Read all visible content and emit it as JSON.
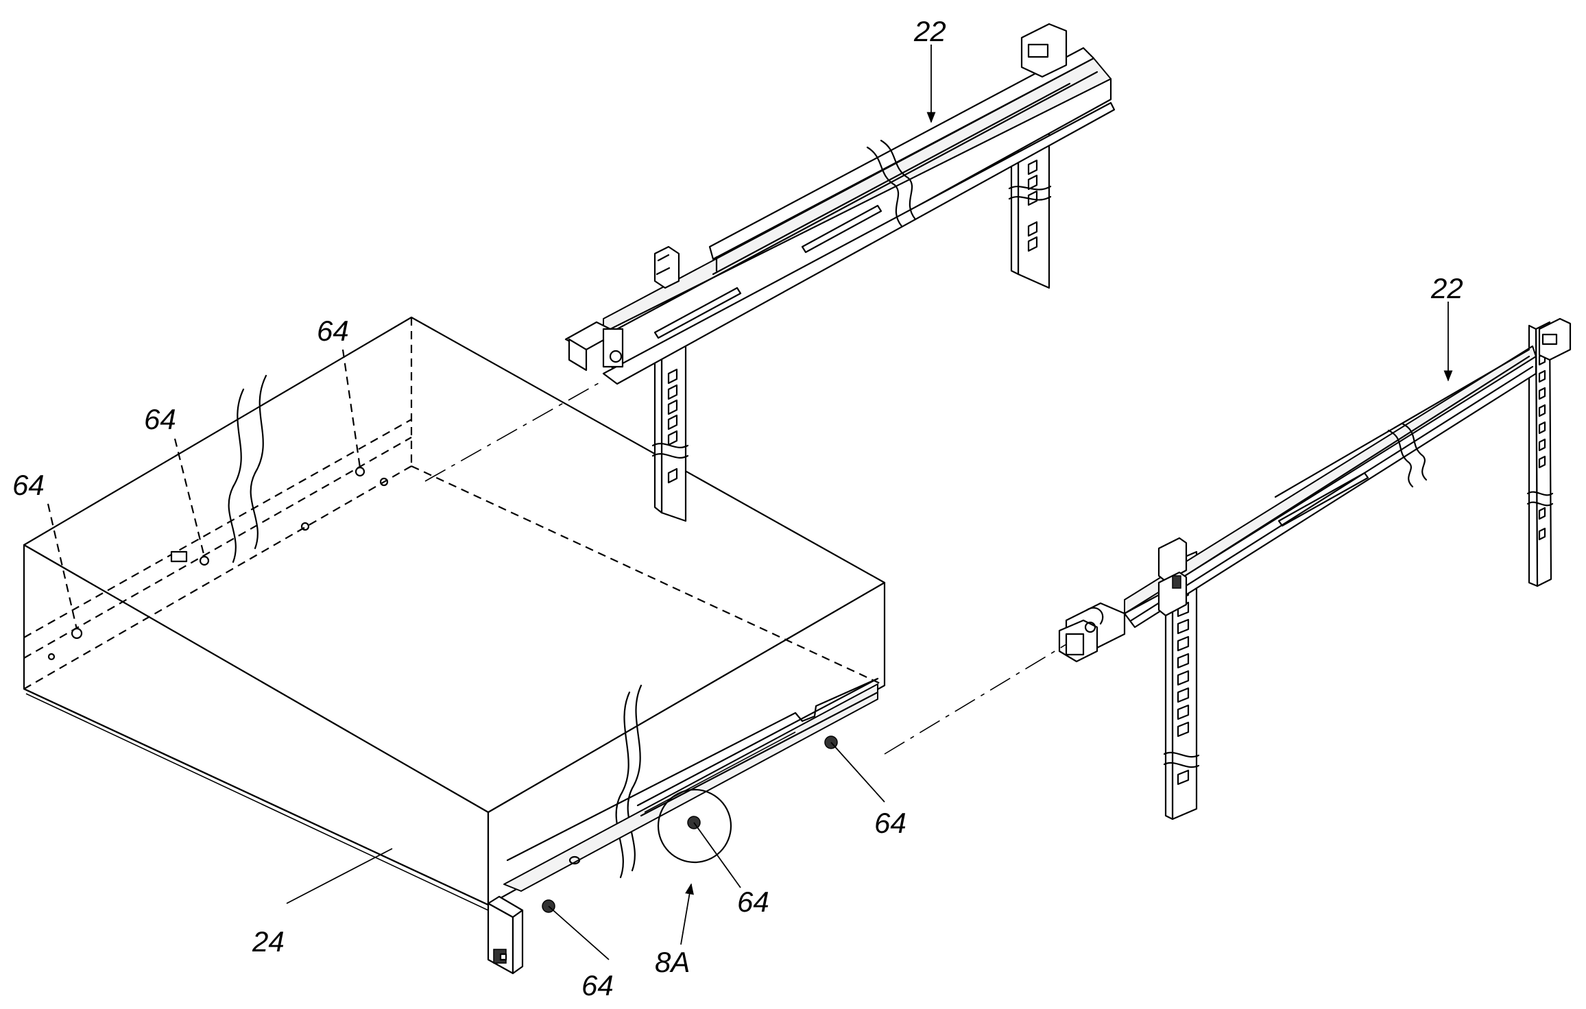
{
  "figure": {
    "labels": {
      "rail_top": "22",
      "rail_right": "22",
      "chassis": "24",
      "detail": "8A",
      "pin_rear_1": "64",
      "pin_rear_2": "64",
      "pin_rear_3": "64",
      "pin_front_1": "64",
      "pin_front_2": "64",
      "pin_front_3": "64"
    }
  }
}
